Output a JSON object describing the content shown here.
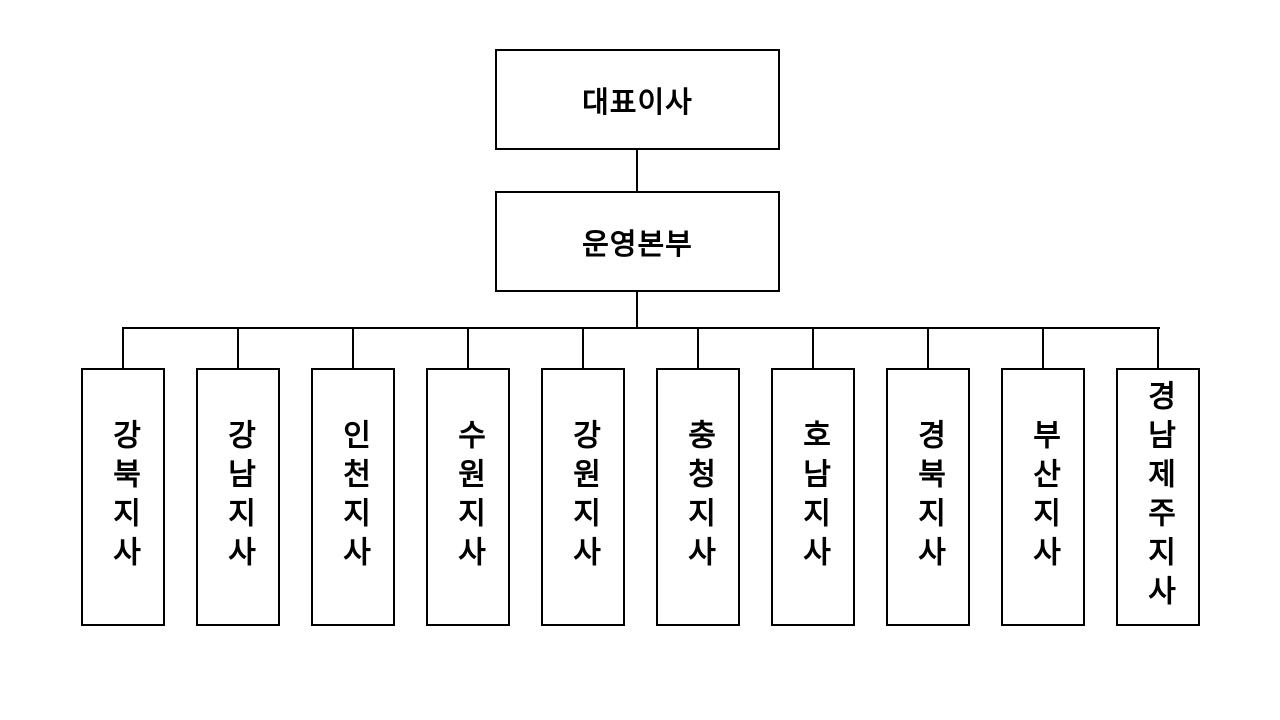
{
  "page": {
    "background_color": "#ffffff",
    "line_color": "#000000",
    "text_color": "#000000"
  },
  "org_chart": {
    "root": {
      "label": "대표이사"
    },
    "division": {
      "label": "운영본부"
    },
    "branches": [
      {
        "label": "강북지사"
      },
      {
        "label": "강남지사"
      },
      {
        "label": "인천지사"
      },
      {
        "label": "수원지사"
      },
      {
        "label": "강원지사"
      },
      {
        "label": "충청지사"
      },
      {
        "label": "호남지사"
      },
      {
        "label": "경북지사"
      },
      {
        "label": "부산지사"
      },
      {
        "label": "경남제주지사"
      }
    ]
  }
}
